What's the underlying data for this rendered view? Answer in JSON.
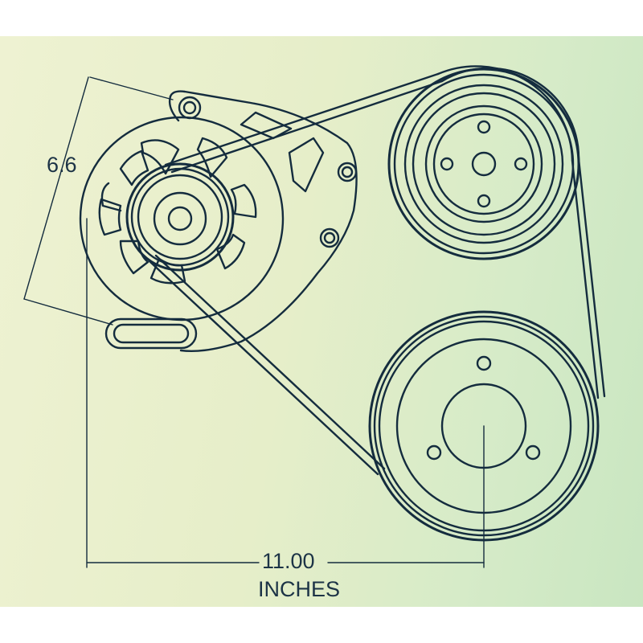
{
  "diagram": {
    "height_dimension": "6.6",
    "width_dimension": "11.00",
    "width_unit": "INCHES"
  },
  "colors": {
    "line": "#142c3e",
    "screen_background": "#e6eec9"
  }
}
